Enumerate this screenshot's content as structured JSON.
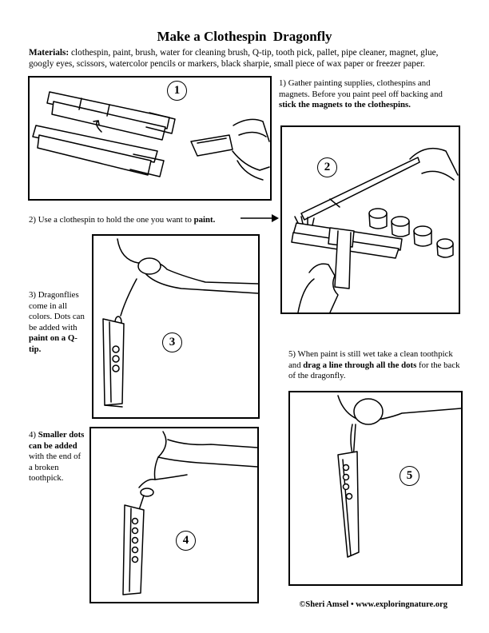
{
  "title": "Make a Clothespin  Dragonfly",
  "materials": {
    "label": "Materials:",
    "text": " clothespin, paint, brush, water for cleaning brush, Q-tip, tooth pick, pallet, pipe cleaner, magnet, glue, googly eyes, scissors, watercolor pencils or markers, black sharpie, small piece of wax paper or freezer paper."
  },
  "steps": [
    {
      "number": "1",
      "text": "1) Gather painting supplies, clothespins and magnets. Before you paint peel off backing and ",
      "bold": "stick the magnets to the clothespins.",
      "after": ""
    },
    {
      "number": "2",
      "text": "2) Use a clothespin to hold the one you want to ",
      "bold": "paint.",
      "after": ""
    },
    {
      "number": "3",
      "text": "3) Dragonflies come in all colors. Dots can be added with ",
      "bold": "paint on a Q-tip.",
      "after": ""
    },
    {
      "number": "4",
      "text": "4) ",
      "bold": "Smaller dots can be added",
      "after": " with the end of a broken toothpick."
    },
    {
      "number": "5",
      "text": "5) When paint is still wet take a clean toothpick and ",
      "bold": "drag a line through all the dots",
      "after": " for the back of the dragonfly."
    }
  ],
  "footer": "©Sheri Amsel • www.exploringnature.org"
}
